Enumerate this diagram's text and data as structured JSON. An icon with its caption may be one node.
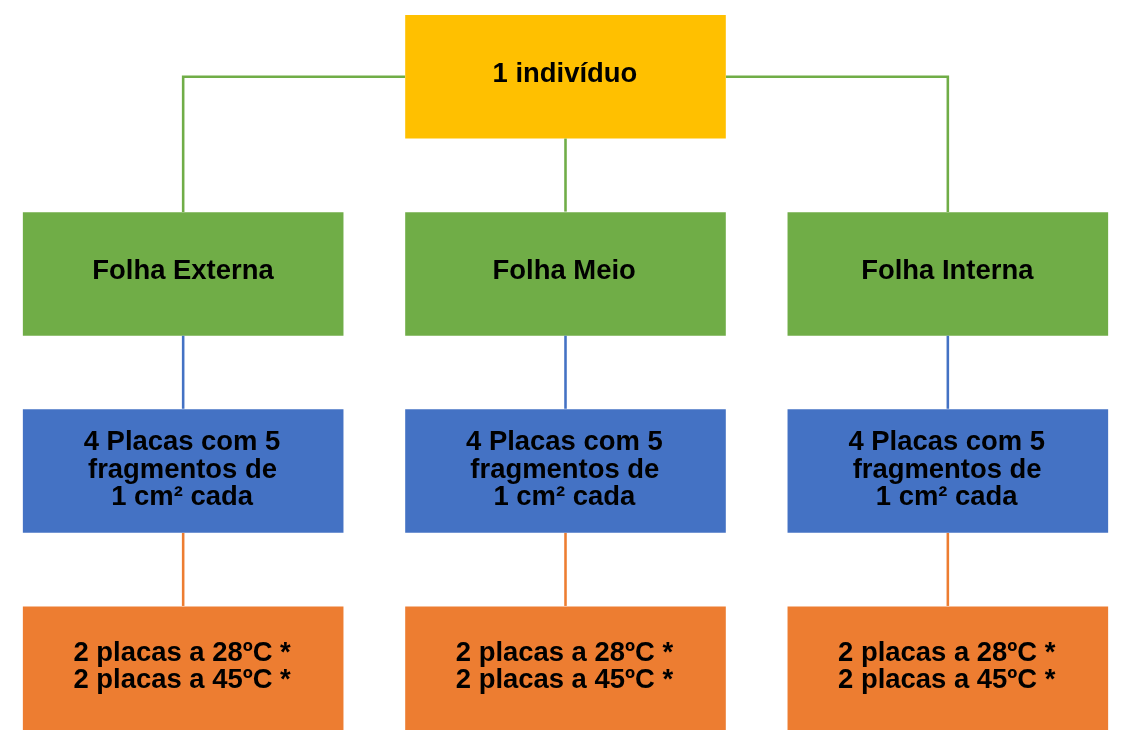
{
  "diagram": {
    "nodes": [
      {
        "text": [
          "1 indivíduo"
        ]
      },
      {
        "text": [
          "Folha Externa"
        ]
      },
      {
        "text": [
          "Folha Meio"
        ]
      },
      {
        "text": [
          "Folha Interna"
        ]
      },
      {
        "text": [
          "4 Placas com 5 fragmentos de 1 cm² cada"
        ]
      },
      {
        "text": [
          "4 Placas com 5 fragmentos de 1 cm² cada"
        ]
      },
      {
        "text": [
          "4 Placas com 5 fragmentos de 1 cm² cada"
        ]
      },
      {
        "text": [
          "2 placas a 28ºC *",
          "2 placas a 45ºC *"
        ]
      },
      {
        "text": [
          "2 placas a 28ºC *",
          "2 placas a 45ºC *"
        ]
      },
      {
        "text": [
          "2 placas a 28ºC *",
          "2 placas a 45ºC *"
        ]
      }
    ],
    "edges": [
      {
        "from": 0,
        "to": 1,
        "arrow": "none",
        "color": "#70ad47"
      },
      {
        "from": 0,
        "to": 2,
        "arrow": "none",
        "color": "#70ad47"
      },
      {
        "from": 0,
        "to": 3,
        "arrow": "none",
        "color": "#70ad47"
      },
      {
        "from": 1,
        "to": 4,
        "arrow": "none",
        "color": "#4472c4"
      },
      {
        "from": 2,
        "to": 5,
        "arrow": "none",
        "color": "#4472c4"
      },
      {
        "from": 3,
        "to": 6,
        "arrow": "none",
        "color": "#4472c4"
      },
      {
        "from": 4,
        "to": 7,
        "arrow": "none",
        "color": "#ed7d31"
      },
      {
        "from": 5,
        "to": 8,
        "arrow": "none",
        "color": "#ed7d31"
      },
      {
        "from": 6,
        "to": 9,
        "arrow": "none",
        "color": "#ed7d31"
      }
    ]
  }
}
